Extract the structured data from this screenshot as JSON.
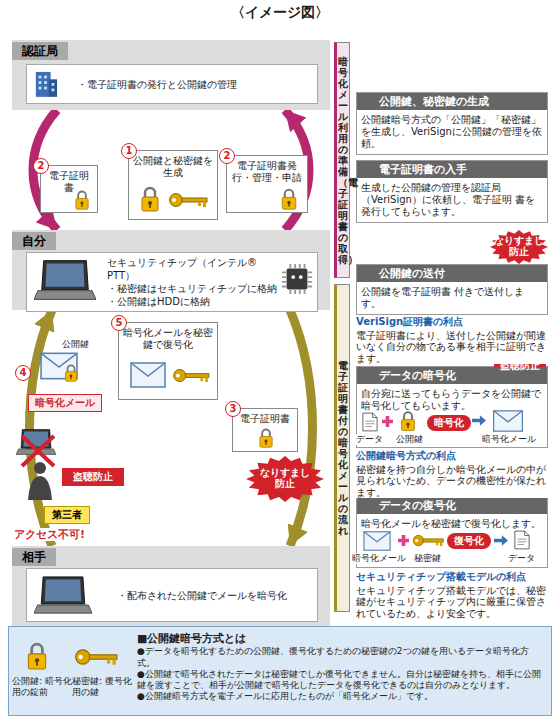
{
  "diagram": {
    "title": "〈イメージ図〉",
    "nodes": [
      {
        "text": [
          "認証局"
        ]
      },
      {
        "text": [
          "・電子証明書の発行と公開鍵の管理"
        ],
        "in": 0
      },
      {
        "text": [
          "1",
          "公開鍵と秘密鍵を生成"
        ]
      },
      {
        "text": [
          "2",
          "電子証明書"
        ]
      },
      {
        "text": [
          "2",
          "電子証明書発行・管理・申請"
        ]
      },
      {
        "text": [
          "自分"
        ]
      },
      {
        "text": [
          "セキュリティチップ（インテル® PTT）",
          "・秘密鍵はセキュリティチップに格納",
          "・公開鍵はHDDに格納"
        ],
        "in": 5
      },
      {
        "text": [
          "4",
          "暗号化メール"
        ]
      },
      {
        "text": [
          "5",
          "暗号化メールを秘密鍵で復号化"
        ]
      },
      {
        "text": [
          "3",
          "電子証明書"
        ]
      },
      {
        "text": [
          "なりすまし防止"
        ]
      },
      {
        "text": [
          "盗聴防止"
        ]
      },
      {
        "text": [
          "第三者"
        ]
      },
      {
        "text": [
          "相手"
        ]
      },
      {
        "text": [
          "・配布された公開鍵でメールを暗号化"
        ],
        "in": 13
      },
      {
        "text": [
          "暗号化メール利用の準備（電子証明書の取得）"
        ]
      },
      {
        "text": [
          "1",
          "公開鍵、秘密鍵の生成",
          "公開鍵暗号方式の「公開鍵」「秘密鍵」を生成し、VeriSignに公開鍵の管理を依頼。"
        ]
      },
      {
        "text": [
          "2",
          "電子証明書の入手",
          "生成した公開鍵の管理を認証局（VeriSign）に依頼し、電子証明 書を発行してもらいます。"
        ]
      },
      {
        "text": [
          "電子証明書付の暗号化メールの流れ"
        ]
      },
      {
        "text": [
          "3",
          "公開鍵の送付",
          "公開鍵を電子証明書 付きで送付します。"
        ]
      },
      {
        "text": [
          "なりすまし防止"
        ]
      },
      {
        "text": [
          "4",
          "データの暗号化",
          "自分宛に送ってもらうデータを公開鍵で暗号化してもらいます。"
        ]
      },
      {
        "text": [
          "盗聴防止"
        ]
      },
      {
        "text": [
          "暗号化"
        ],
        "in": 21
      },
      {
        "text": [
          "5",
          "データの復号化",
          "暗号化メールを秘密鍵で復号化します。"
        ]
      },
      {
        "text": [
          "復号化"
        ],
        "in": 24
      },
      {
        "text": [
          "■公開鍵暗号方式とは",
          "●データを暗号化するための公開鍵、復号化するための秘密鍵の2つの鍵を用いるデータ暗号化方式。",
          "●公開鍵で暗号化されたデータは秘密鍵でしか復号化できません。自分は秘密鍵を持ち、相手に公開鍵を渡すことで、相手が公開鍵で暗号化したデータを復号化できるのは自分のみとなります。",
          "●公開鍵暗号方式を電子メールに応用したものが「暗号化メール」です。"
        ]
      }
    ],
    "edges": [
      {
        "from": 0,
        "to": 5,
        "arrow": "to"
      },
      {
        "from": 5,
        "to": 0,
        "arrow": "to"
      },
      {
        "from": 13,
        "to": 5,
        "arrow": "to"
      },
      {
        "from": 5,
        "to": 13,
        "arrow": "to"
      }
    ],
    "labels": [
      "公開鍵",
      "アクセス不可!",
      "VeriSign証明書の利点",
      "電子証明書により、送付した公開鍵が間違いなく自分の物である事を相手に証明できます。",
      "データ",
      "公開鍵",
      "暗号化メール",
      "公開鍵暗号方式の利点",
      "秘密鍵を持つ自分しか暗号化メールの中が見られないため、データの機密性が保たれます。",
      "暗号化メール",
      "秘密鍵",
      "データ",
      "セキュリティチップ搭載モデルの利点",
      "セキュリティチップ搭載モデルでは、秘密鍵がセキュリティチップ内に厳重に保管されているため、より安全です。"
    ],
    "legend": [
      {
        "text": "公開鍵: 暗号化用の錠前"
      },
      {
        "text": "秘密鍵: 復号化用の鍵"
      }
    ]
  }
}
